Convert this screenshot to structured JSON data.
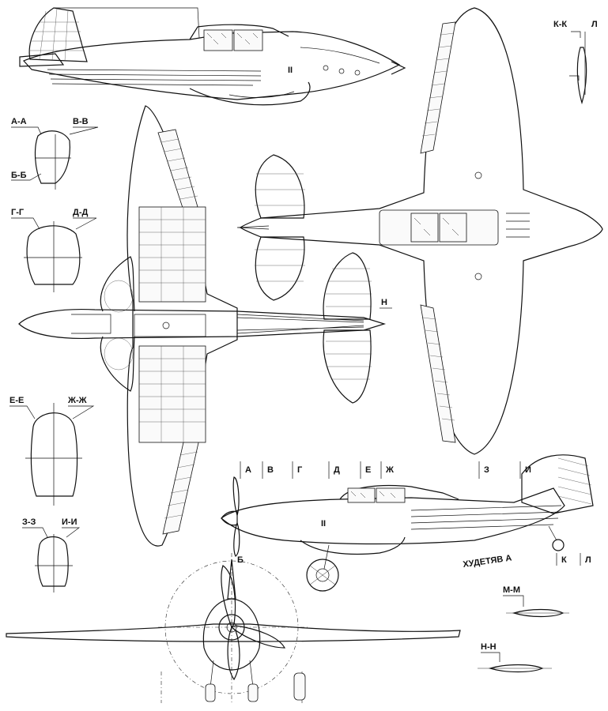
{
  "drawing": {
    "sections": {
      "aa": "А-А",
      "vv": "В-В",
      "bb": "Б-Б",
      "gg": "Г-Г",
      "dd": "Д-Д",
      "ee": "Е-Е",
      "zhzh": "Ж-Ж",
      "zz": "З-З",
      "ii": "И-И",
      "kk": "К-К",
      "l": "Л",
      "mm": "М-М",
      "nn": "Н-Н"
    },
    "station_marks": [
      "А",
      "В",
      "Г",
      "Д",
      "Е",
      "Ж",
      "З",
      "И"
    ],
    "misc_marks": {
      "h_plan": "Н",
      "b_front": "Б",
      "k_side": "К",
      "l_side": "Л",
      "ii_top": "II",
      "ii_side": "II"
    },
    "signature": "ХУДЕТЯВ А",
    "colors": {
      "ink": "#111111",
      "paper": "#ffffff"
    }
  }
}
